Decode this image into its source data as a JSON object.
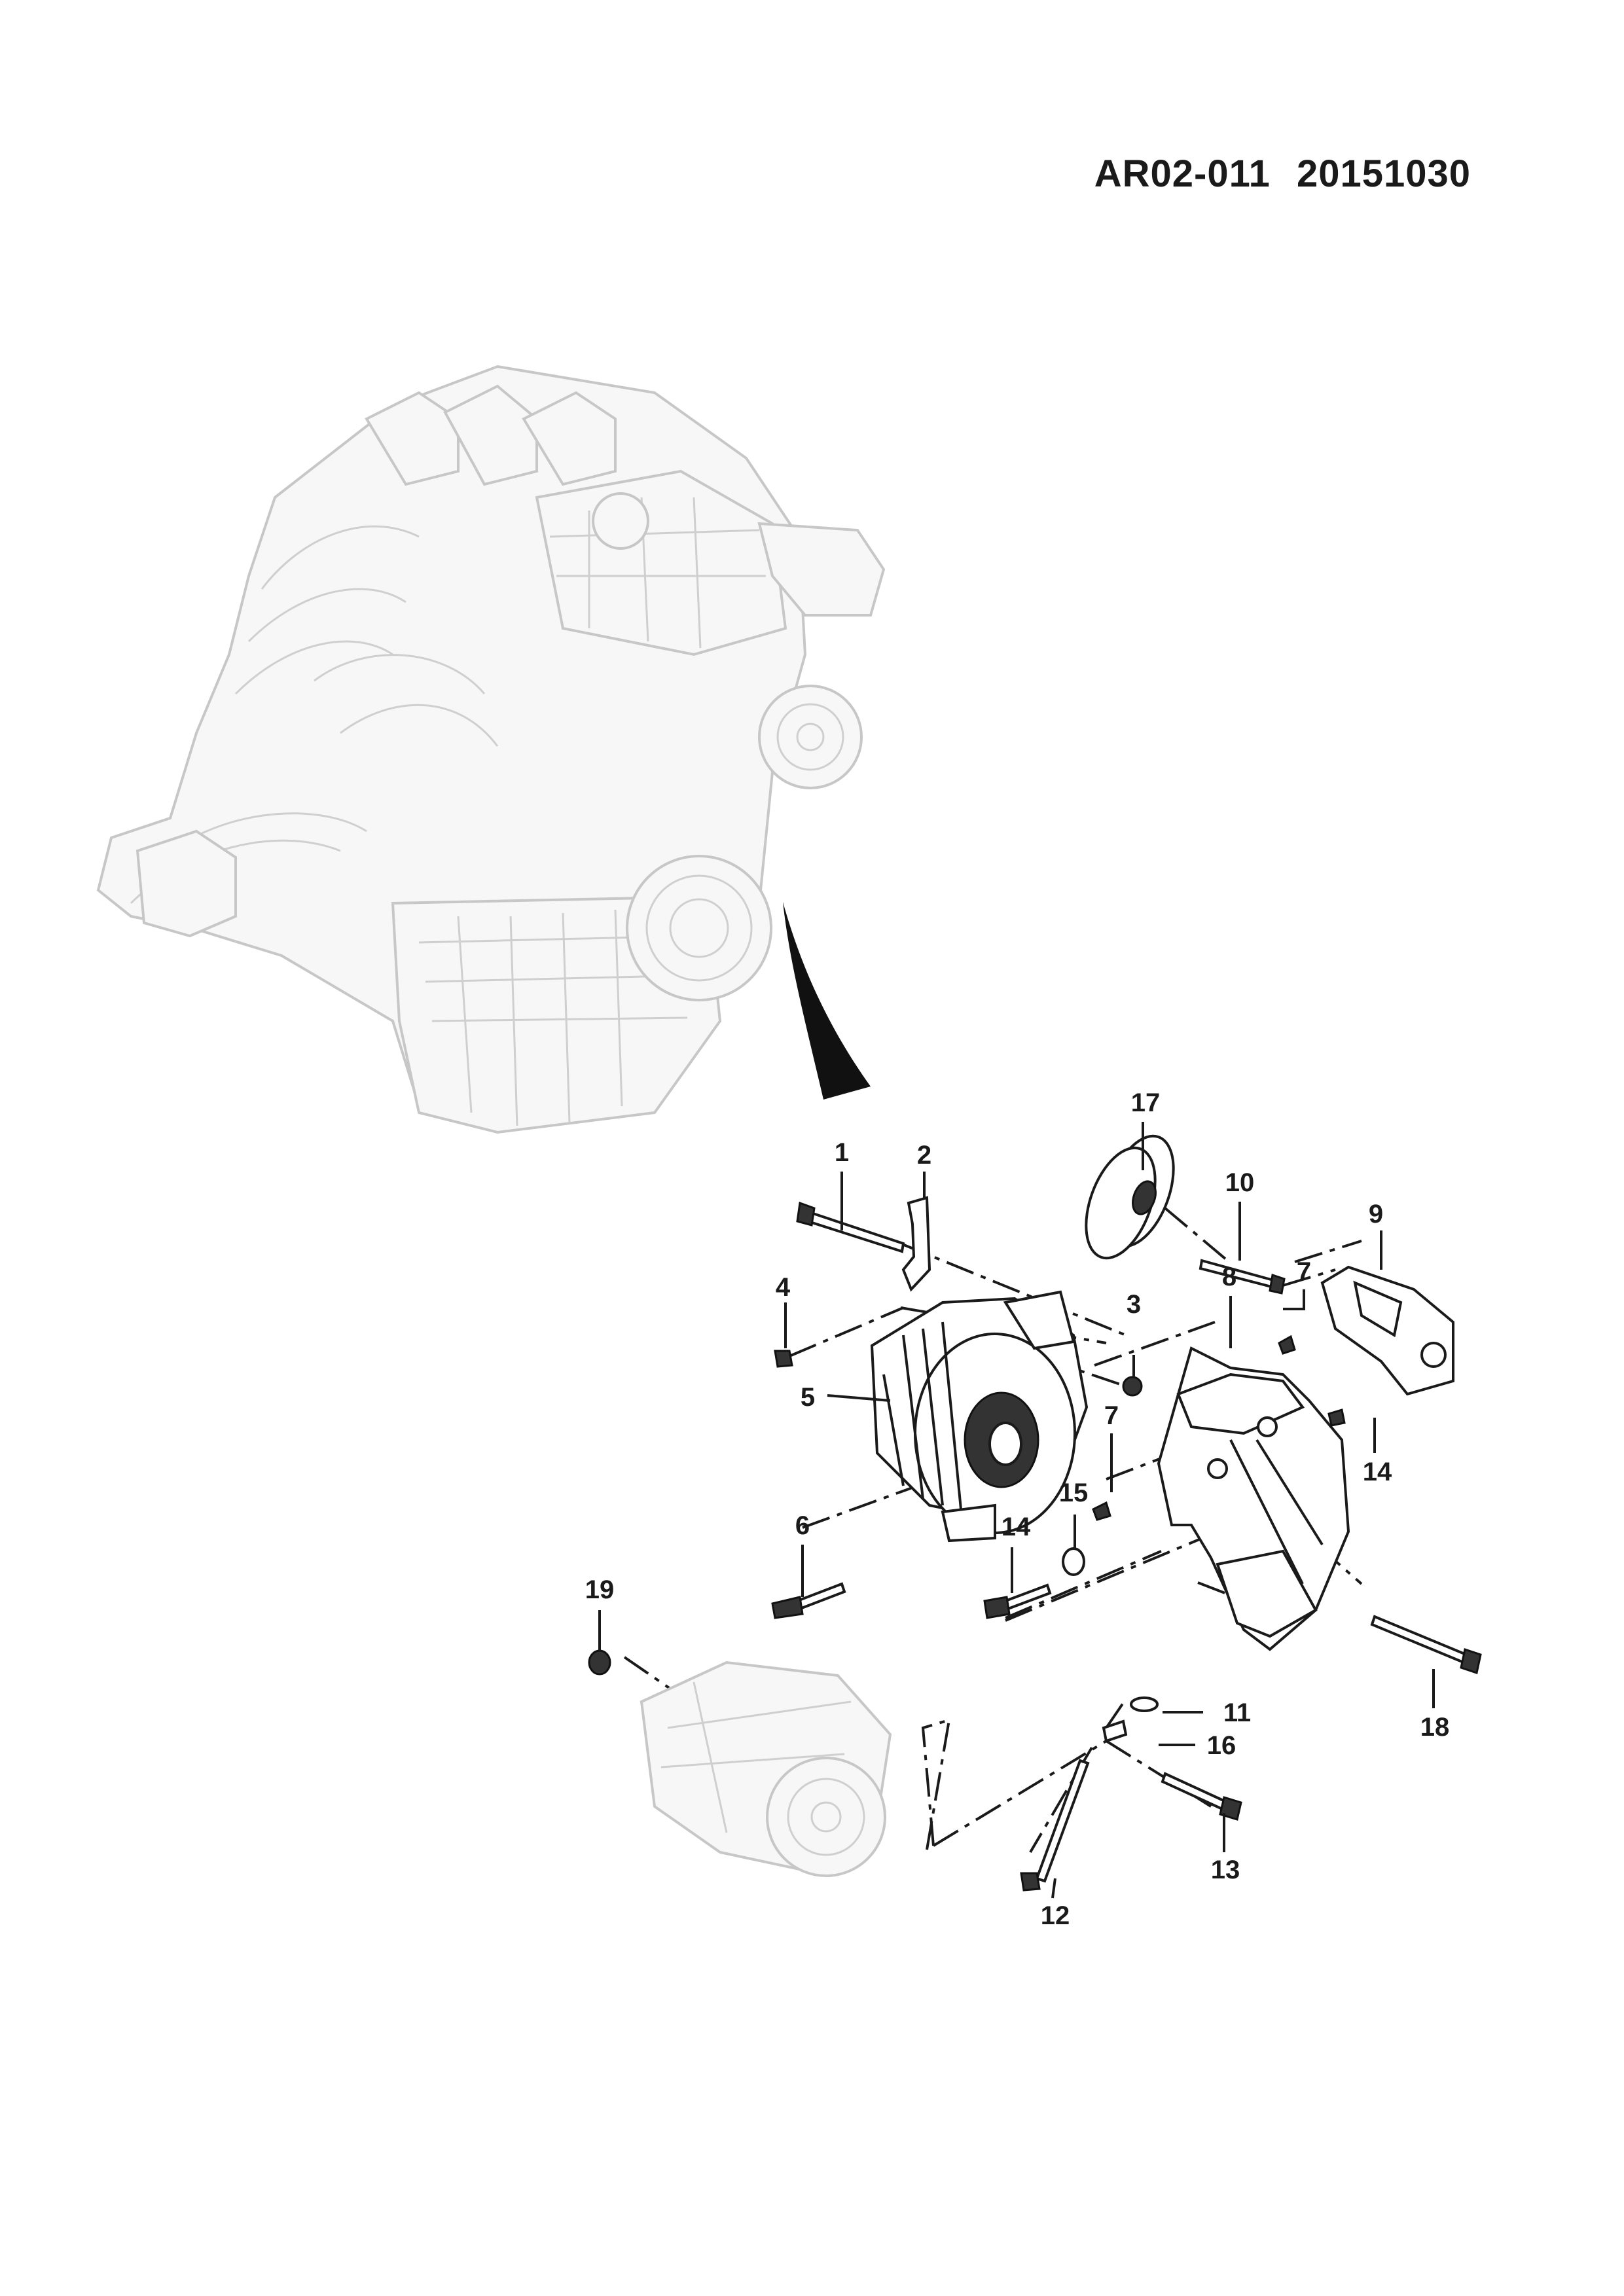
{
  "header": {
    "code": "AR02-011",
    "date": "20151030"
  },
  "callouts": [
    "1",
    "2",
    "3",
    "4",
    "5",
    "6",
    "7",
    "7",
    "8",
    "9",
    "10",
    "11",
    "12",
    "13",
    "14",
    "14",
    "15",
    "16",
    "17",
    "18",
    "19"
  ]
}
